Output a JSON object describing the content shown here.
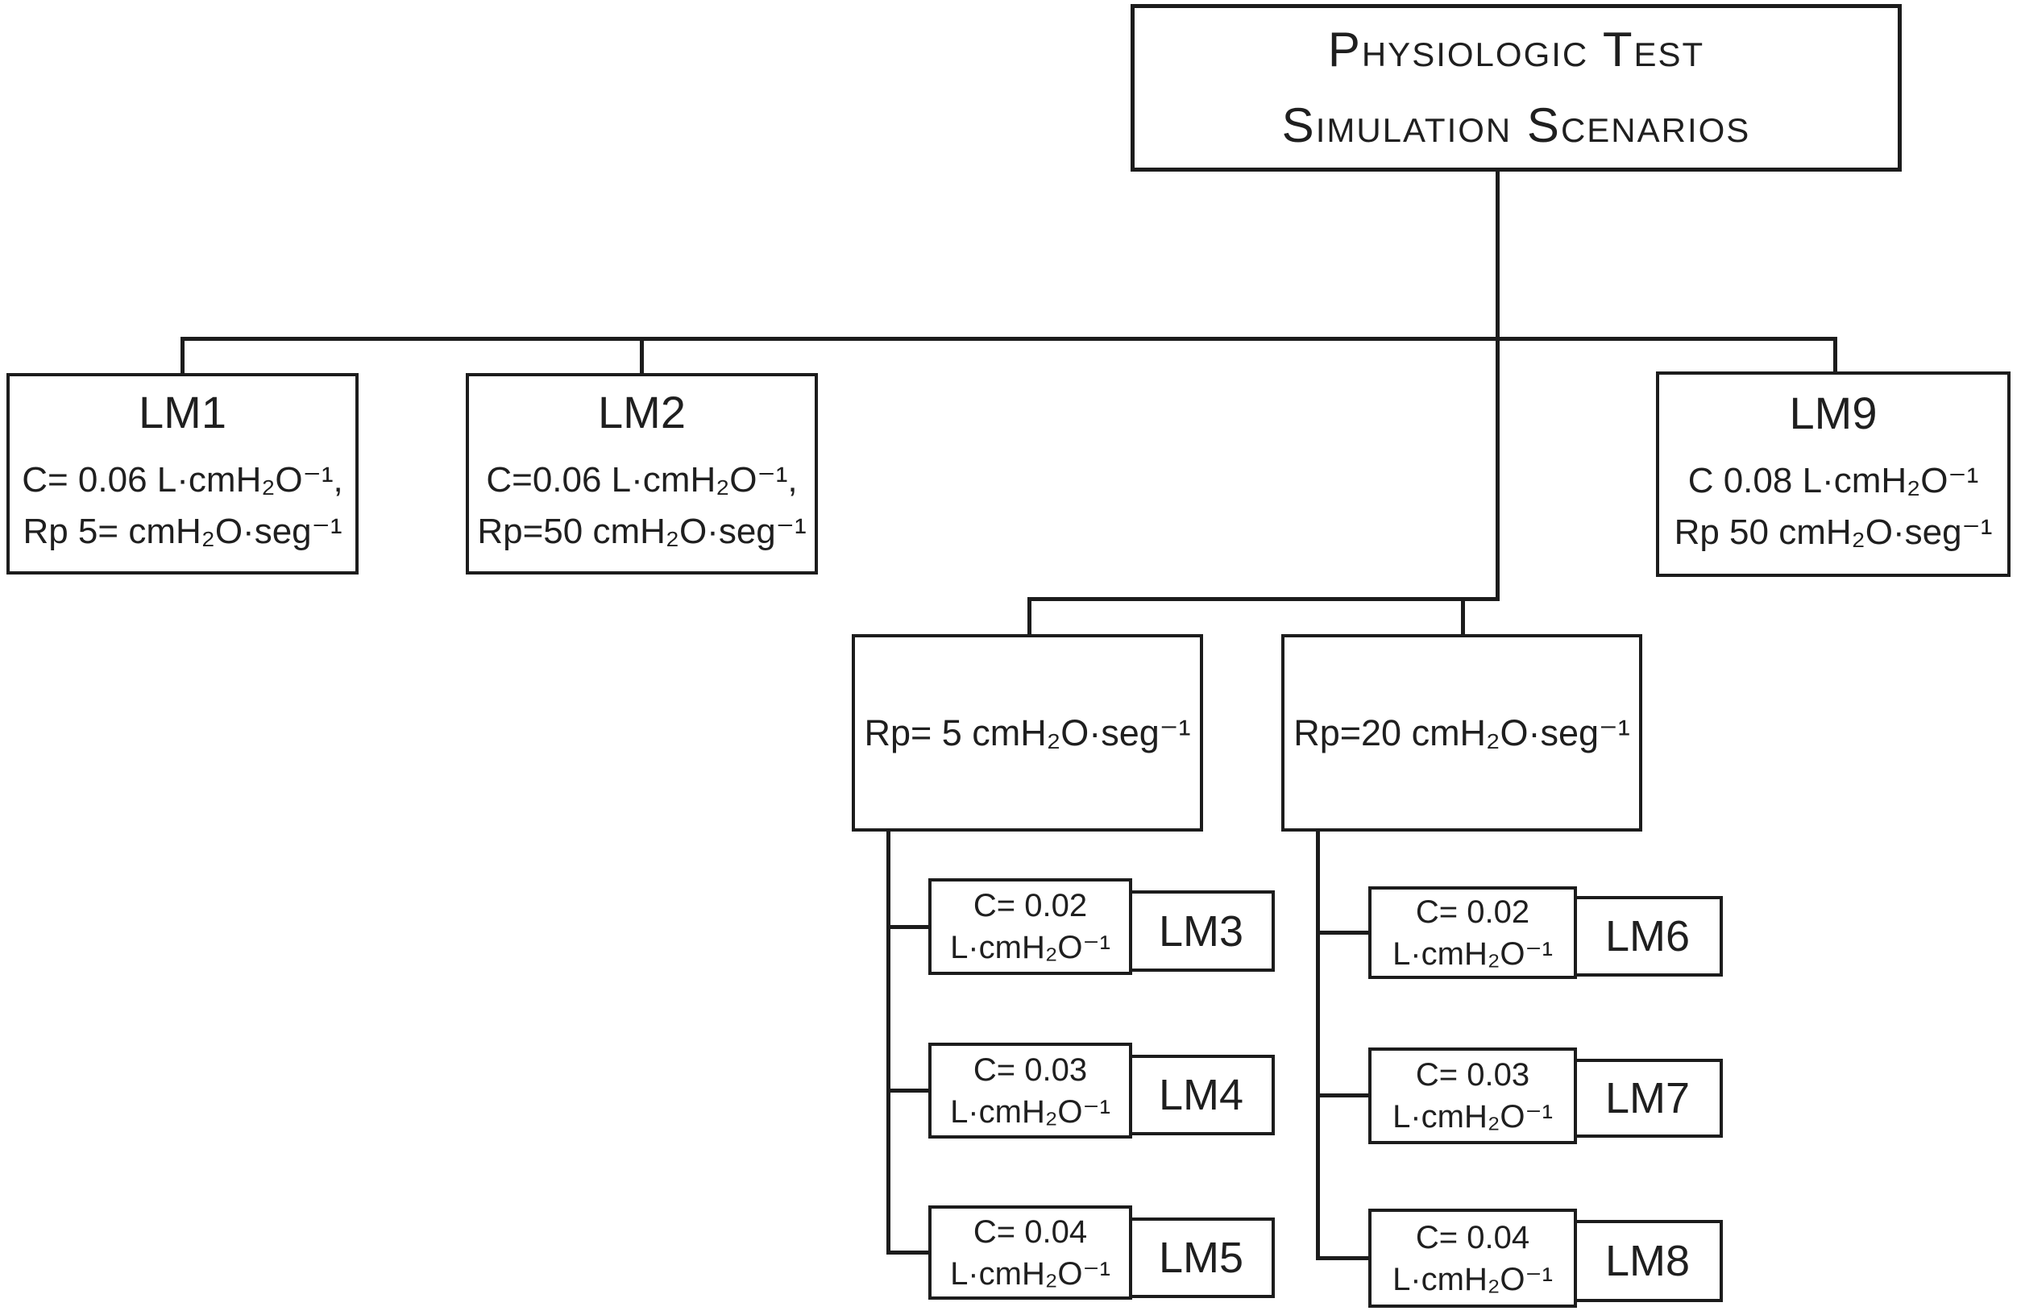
{
  "title": {
    "line1": "Physiologic Test",
    "line2": "Simulation Scenarios"
  },
  "level1": {
    "lm1": {
      "name": "LM1",
      "line1": "C= 0.06 L·cmH₂O⁻¹,",
      "line2": "Rp 5= cmH₂O·seg⁻¹"
    },
    "lm2": {
      "name": "LM2",
      "line1": "C=0.06 L·cmH₂O⁻¹,",
      "line2": "Rp=50 cmH₂O·seg⁻¹"
    },
    "lm9": {
      "name": "LM9",
      "line1": "C 0.08 L·cmH₂O⁻¹",
      "line2": "Rp 50 cmH₂O·seg⁻¹"
    }
  },
  "branches": {
    "rp5": {
      "label": "Rp= 5 cmH₂O·seg⁻¹"
    },
    "rp20": {
      "label": "Rp=20 cmH₂O·seg⁻¹"
    }
  },
  "leaves": {
    "lm3": {
      "c": "C= 0.02",
      "unit": "L·cmH₂O⁻¹",
      "name": "LM3"
    },
    "lm4": {
      "c": "C= 0.03",
      "unit": "L·cmH₂O⁻¹",
      "name": "LM4"
    },
    "lm5": {
      "c": "C= 0.04",
      "unit": "L·cmH₂O⁻¹",
      "name": "LM5"
    },
    "lm6": {
      "c": "C= 0.02",
      "unit": "L·cmH₂O⁻¹",
      "name": "LM6"
    },
    "lm7": {
      "c": "C= 0.03",
      "unit": "L·cmH₂O⁻¹",
      "name": "LM7"
    },
    "lm8": {
      "c": "C= 0.04",
      "unit": "L·cmH₂O⁻¹",
      "name": "LM8"
    }
  },
  "colors": {
    "line": "#1c1c1c",
    "background": "#ffffff",
    "text": "#1f1f1f"
  }
}
